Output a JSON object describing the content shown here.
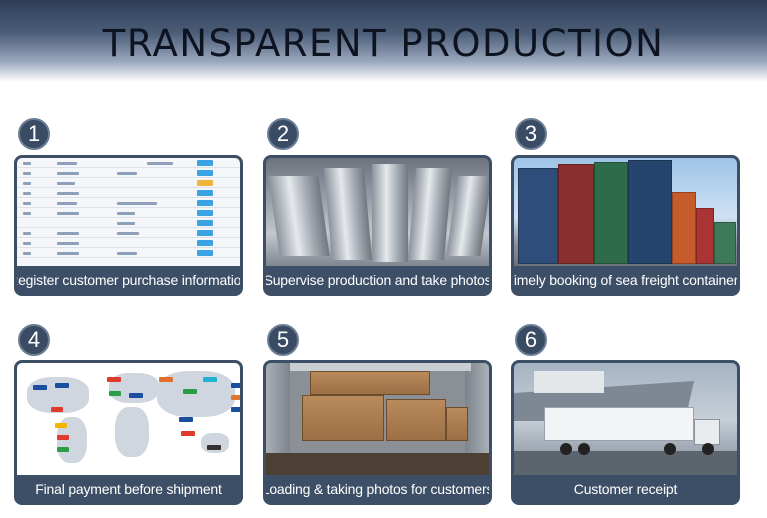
{
  "header": {
    "title": "TRANSPARENT PRODUCTION"
  },
  "steps": [
    {
      "number": "1",
      "caption": "Register customer purchase information",
      "photo": "spreadsheet-screenshot"
    },
    {
      "number": "2",
      "caption": "Supervise production and take photos",
      "photo": "aluminum-profiles-photo"
    },
    {
      "number": "3",
      "caption": "Timely booking of sea freight containers",
      "photo": "shipping-containers-photo"
    },
    {
      "number": "4",
      "caption": "Final payment before shipment",
      "photo": "payment-map-graphic"
    },
    {
      "number": "5",
      "caption": "Loading & taking photos for customers",
      "photo": "container-loading-photo"
    },
    {
      "number": "6",
      "caption": "Customer receipt",
      "photo": "ship-truck-photo"
    }
  ],
  "colors": {
    "accent": "#3d4f66",
    "badge": "#3a4c63",
    "caption_text": "#ffffff",
    "title_text": "#0d1320"
  }
}
